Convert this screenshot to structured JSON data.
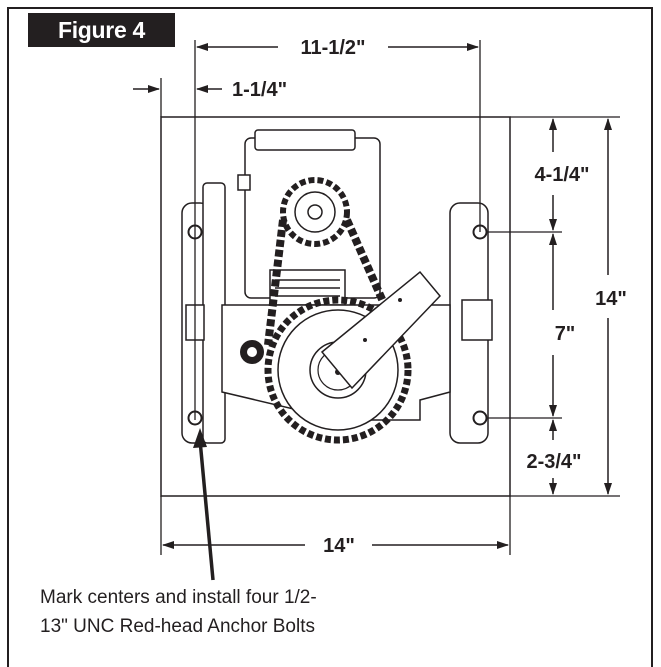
{
  "figure_label": "Figure 4",
  "dimensions": {
    "top_span": "11-1/2\"",
    "left_offset": "1-1/4\"",
    "upper_right": "4-1/4\"",
    "middle_right": "7\"",
    "lower_right": "2-3/4\"",
    "overall_height": "14\"",
    "overall_width": "14\""
  },
  "note": {
    "line1": "Mark centers and install four 1/2-",
    "line2": "13\" UNC Red-head Anchor Bolts"
  }
}
